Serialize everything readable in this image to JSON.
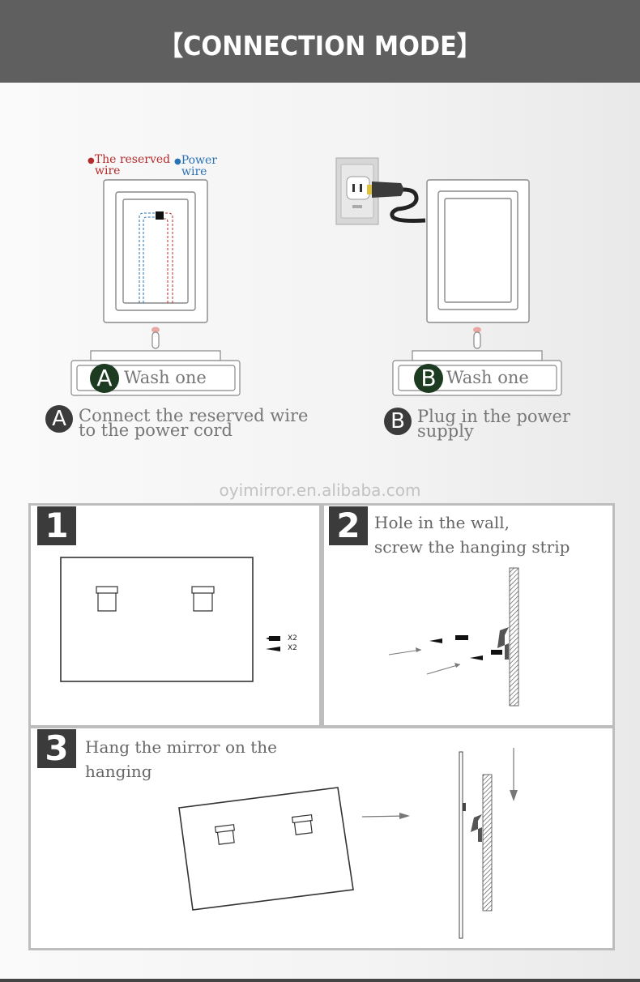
{
  "header": {
    "title": "【CONNECTION MODE】"
  },
  "diagram_a": {
    "reserved_wire_label": [
      "The reserved",
      "wire"
    ],
    "power_wire_label": [
      "Power",
      "wire"
    ],
    "letter": "A",
    "wash_label": "Wash one",
    "caption_letter": "A",
    "caption": [
      "Connect the reserved wire",
      "to the power cord"
    ],
    "colors": {
      "reserved": "#b52b2b",
      "power": "#2a72b5",
      "circle": "#1d3b20"
    }
  },
  "diagram_b": {
    "letter": "B",
    "wash_label": "Wash one",
    "caption_letter": "B",
    "caption": [
      "Plug in the power",
      "supply"
    ]
  },
  "watermark": "oyimirror.en.alibaba.com",
  "steps": [
    {
      "number": "1",
      "text": [],
      "screw_qty": [
        "X2",
        "X2"
      ]
    },
    {
      "number": "2",
      "text": [
        "Hole in the wall,",
        "screw the hanging strip"
      ]
    },
    {
      "number": "3",
      "text": [
        "Hang the mirror on the",
        "hanging"
      ]
    }
  ]
}
